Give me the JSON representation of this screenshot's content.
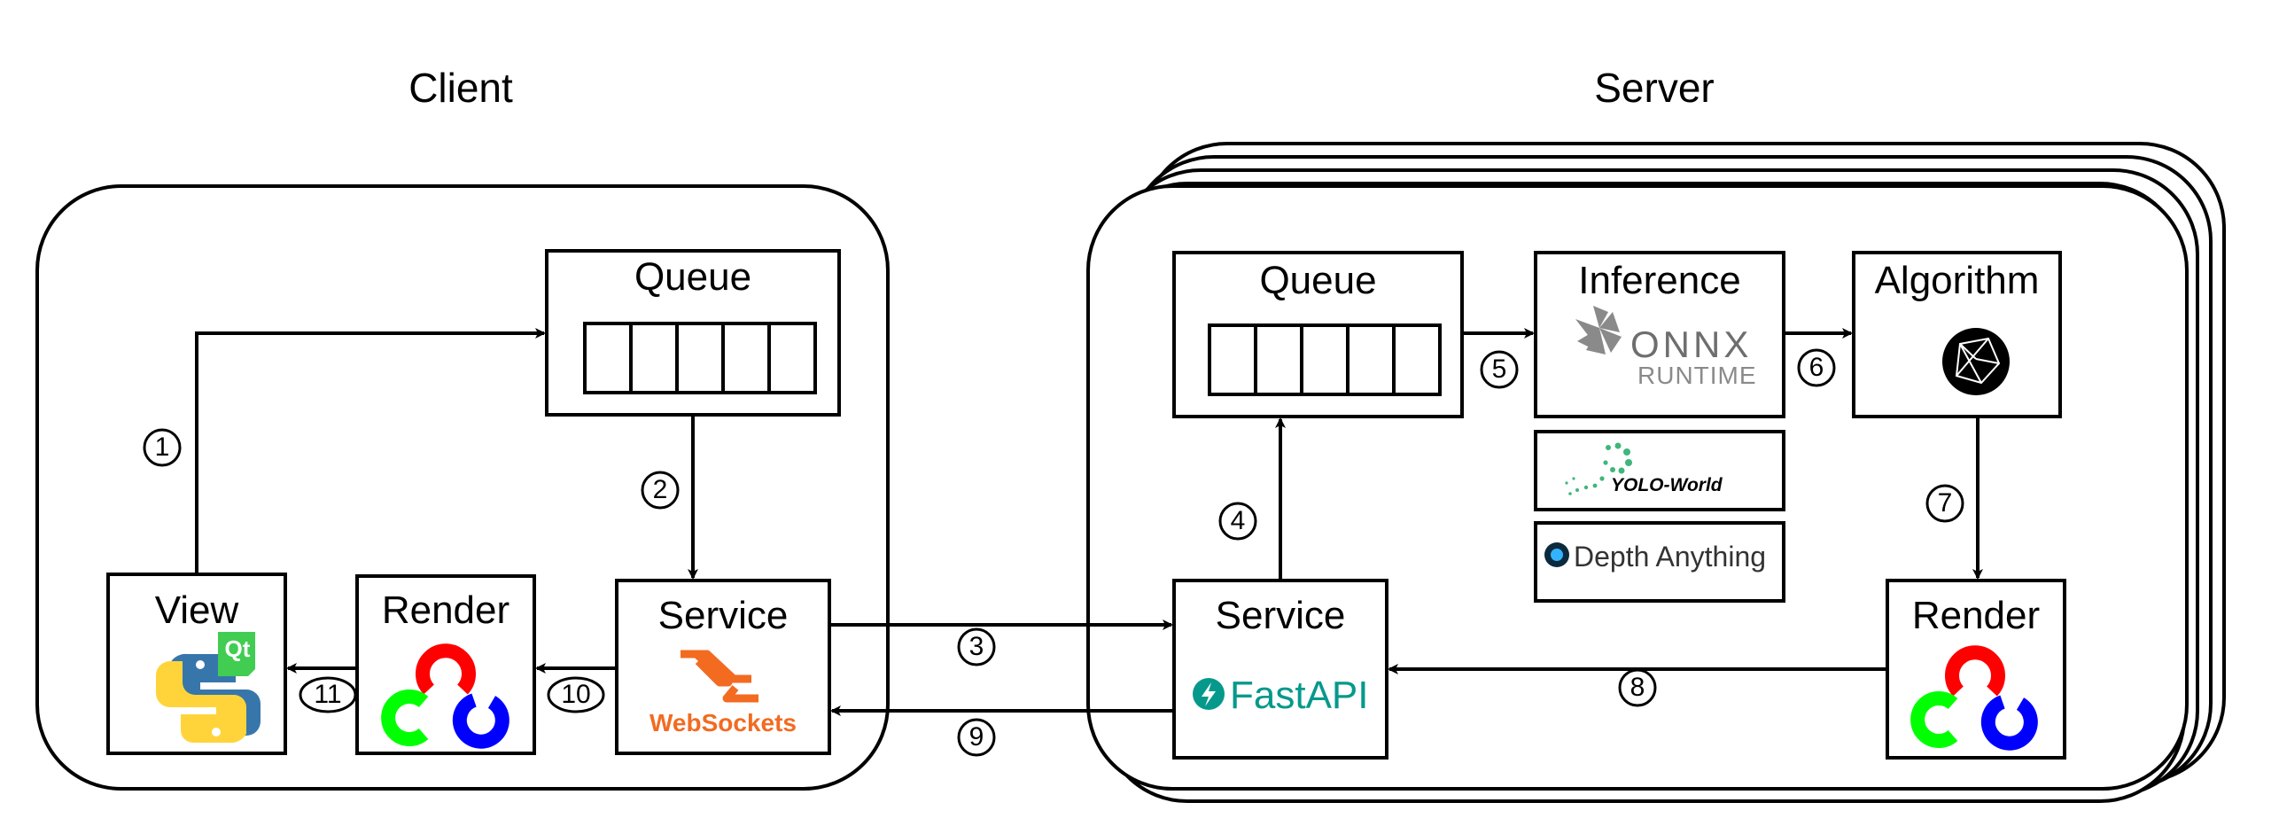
{
  "client": {
    "title": "Client",
    "queue_label": "Queue",
    "view_label": "View",
    "render_label": "Render",
    "service_label": "Service",
    "qt_logo_text": "Qt",
    "websockets_text": "WebSockets"
  },
  "server": {
    "title": "Server",
    "queue_label": "Queue",
    "inference_label": "Inference",
    "algorithm_label": "Algorithm",
    "service_label": "Service",
    "render_label": "Render",
    "onnx_text": "ONNX",
    "runtime_text": "RUNTIME",
    "yolo_text": "YOLO-World",
    "depth_text": "Depth Anything",
    "fastapi_text": "FastAPI"
  },
  "steps": [
    "1",
    "2",
    "3",
    "4",
    "5",
    "6",
    "7",
    "8",
    "9",
    "10",
    "11"
  ],
  "colors": {
    "stroke": "#000000",
    "websockets_orange": "#F26B21",
    "fastapi_teal": "#05998B",
    "opencv_red": "#FF0000",
    "opencv_green": "#00FF00",
    "opencv_blue": "#0000FF",
    "python_blue": "#3776AB",
    "python_yellow": "#FFD43B",
    "qt_green": "#41CD52",
    "onnx_gray": "#6E6E6E"
  }
}
